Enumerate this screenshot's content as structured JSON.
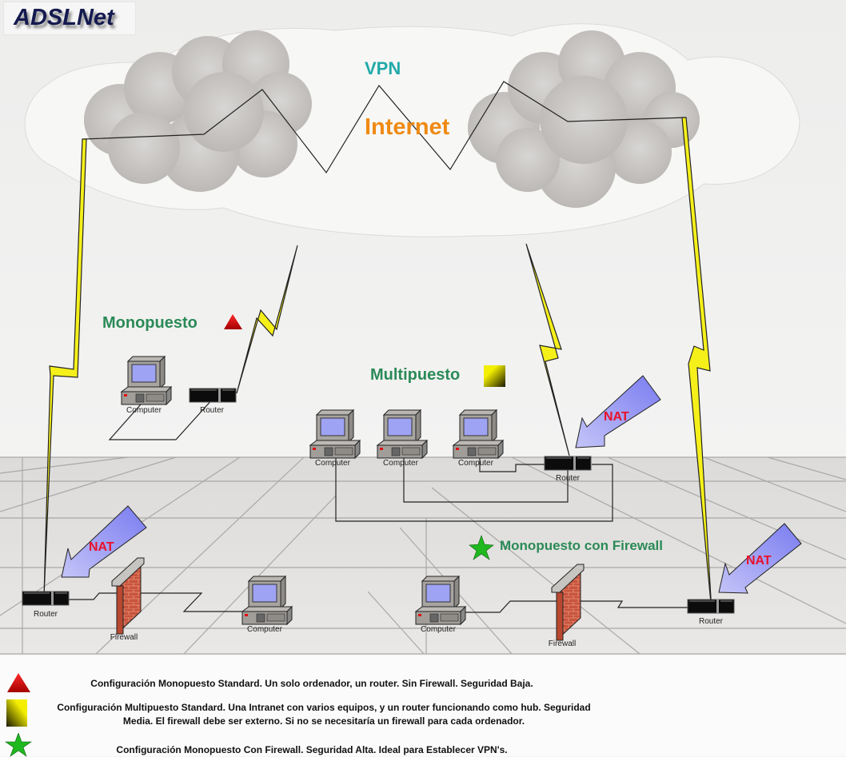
{
  "logo": "ADSLNet",
  "cloud": {
    "vpn_label": "VPN",
    "internet_label": "Internet"
  },
  "groups": {
    "monopuesto": {
      "title": "Monopuesto",
      "marker": "red-triangle"
    },
    "multipuesto": {
      "title": "Multipuesto",
      "marker": "yellow-square"
    },
    "firewall_group": {
      "title": "Monopuesto con Firewall",
      "marker": "green-star"
    }
  },
  "devices": {
    "computer": "Computer",
    "router": "Router",
    "firewall": "Firewall"
  },
  "nat_label": "NAT",
  "legend": [
    {
      "marker": "red-triangle",
      "text": "Configuración Monopuesto Standard. Un solo ordenador, un router. Sin Firewall. Seguridad Baja."
    },
    {
      "marker": "yellow-square",
      "text": "Configuración Multipuesto Standard. Una Intranet con varios equipos, y un router funcionando como hub. Seguridad Media. El firewall debe ser externo. Si no se necesitaría un firewall para cada ordenador."
    },
    {
      "marker": "green-star",
      "text": "Configuración Monopuesto Con Firewall. Seguridad Alta. Ideal para Establecer VPN's."
    }
  ],
  "colors": {
    "title_green": "#2b8a57",
    "vpn_teal": "#22a9a9",
    "internet_orange": "#ef8a13",
    "nat_red": "#e8102a",
    "lightning_yellow": "#f5f01a",
    "nat_arrow_blue": "#8a8cf0"
  }
}
